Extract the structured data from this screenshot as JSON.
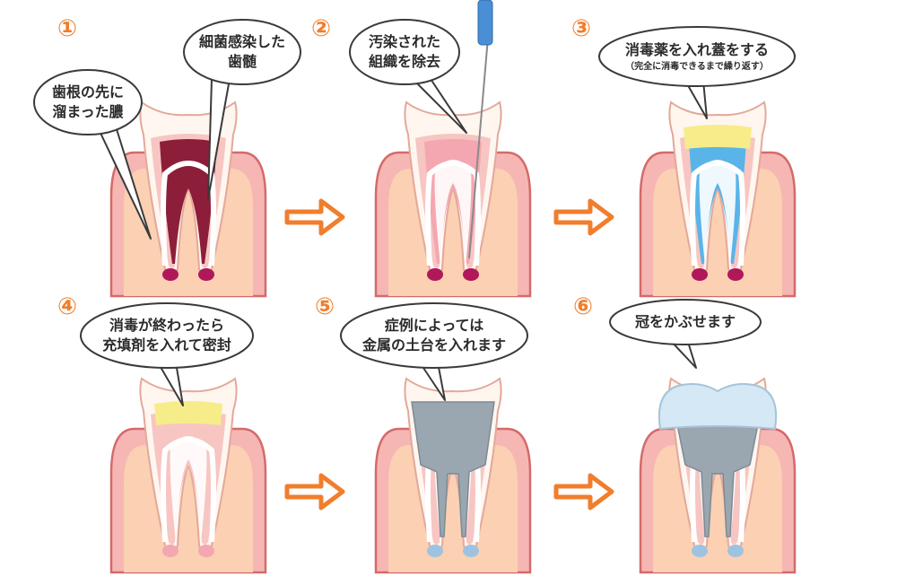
{
  "colors": {
    "gum": "#f6b7b4",
    "gumEdge": "#d46a6a",
    "bone": "#fbd0b3",
    "enamel": "#fff6f0",
    "infected": "#8c1e3a",
    "pus": "#b0185a",
    "medicine": "#5ab4e8",
    "cap": "#f7ec8a",
    "filling": "#f7ec8a",
    "metal": "#9aa7b1",
    "crown": "#d5e8f5",
    "arrow": "#f07e2c",
    "number": "#f07e2c"
  },
  "steps": [
    {
      "number": "①",
      "bubbles": [
        {
          "lines": [
            "歯根の先に",
            "溜まった膿"
          ]
        },
        {
          "lines": [
            "細菌感染した",
            "歯髄"
          ]
        }
      ]
    },
    {
      "number": "②",
      "bubbles": [
        {
          "lines": [
            "汚染された",
            "組織を除去"
          ]
        }
      ]
    },
    {
      "number": "③",
      "bubbles": [
        {
          "lines": [
            "消毒薬を入れ蓋をする"
          ],
          "sub": "（完全に消毒できるまで繰り返す）"
        }
      ]
    },
    {
      "number": "④",
      "bubbles": [
        {
          "lines": [
            "消毒が終わったら",
            "充填剤を入れて密封"
          ]
        }
      ]
    },
    {
      "number": "⑤",
      "bubbles": [
        {
          "lines": [
            "症例によっては",
            "金属の土台を入れます"
          ]
        }
      ]
    },
    {
      "number": "⑥",
      "bubbles": [
        {
          "lines": [
            "冠をかぶせます"
          ]
        }
      ]
    }
  ]
}
